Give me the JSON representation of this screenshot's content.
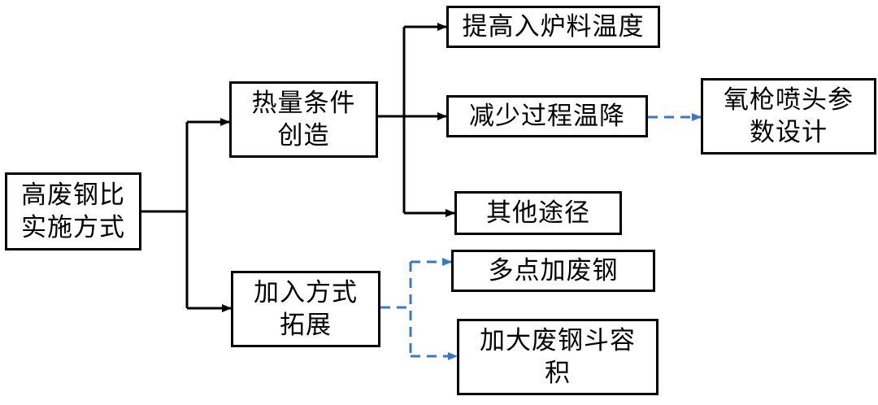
{
  "nodes": {
    "root": [
      "高废钢比",
      "实施方式"
    ],
    "heat": [
      "热量条件",
      "创造"
    ],
    "add": [
      "加入方式",
      "拓展"
    ],
    "raise_temp": [
      "提高入炉料温度"
    ],
    "reduce_drop": [
      "减少过程温降"
    ],
    "other": [
      "其他途径"
    ],
    "oxygen_lance": [
      "氧枪喷头参",
      "数设计"
    ],
    "multi_point": [
      "多点加废钢"
    ],
    "bucket": [
      "加大废钢斗容",
      "积"
    ]
  },
  "colors": {
    "solid_connector": "#000000",
    "dashed_connector": "#3a78c3"
  }
}
